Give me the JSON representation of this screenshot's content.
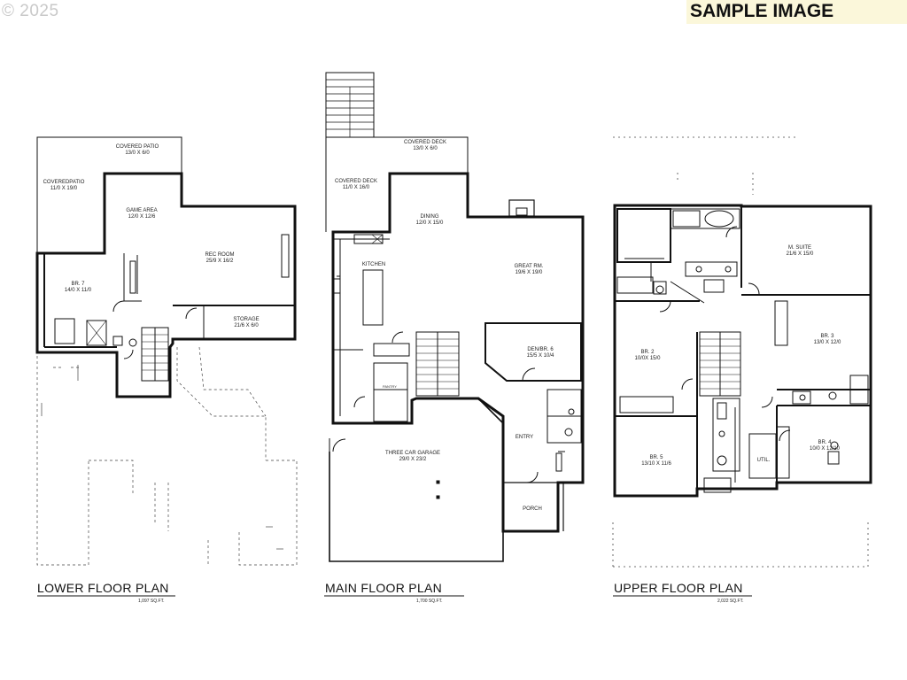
{
  "copyright": "© 2025",
  "badge": "SAMPLE IMAGE",
  "lower": {
    "title": "LOWER FLOOR PLAN",
    "area": "1,097 SQ.FT.",
    "rooms": {
      "covered_patio": {
        "name": "COVERED PATIO",
        "dims": "13/0 X 6/0"
      },
      "covered_patio2": {
        "name": "COVEREDPATIO",
        "dims": "11/0 X 19/0"
      },
      "game_area": {
        "name": "GAME AREA",
        "dims": "12/0 X 12/6"
      },
      "rec_room": {
        "name": "REC ROOM",
        "dims": "25/9 X 16/2"
      },
      "br7": {
        "name": "BR. 7",
        "dims": "14/0 X 11/0"
      },
      "storage": {
        "name": "STORAGE",
        "dims": "21/6 X 6/0"
      }
    }
  },
  "main": {
    "title": "MAIN FLOOR PLAN",
    "area": "1,700 SQ.FT.",
    "rooms": {
      "covered_deck": {
        "name": "COVERED DECK",
        "dims": "13/0 X 6/0"
      },
      "covered_deck2": {
        "name": "COVERED DECK",
        "dims": "11/0 X 16/0"
      },
      "dining": {
        "name": "DINING",
        "dims": "12/0 X 15/0"
      },
      "kitchen": {
        "name": "KITCHEN",
        "dims": ""
      },
      "great_rm": {
        "name": "GREAT RM.",
        "dims": "19/6 X 19/0"
      },
      "den": {
        "name": "DEN/BR. 6",
        "dims": "15/5 X 10/4"
      },
      "garage": {
        "name": "THREE CAR GARAGE",
        "dims": "29/0 X 23/2"
      },
      "entry": {
        "name": "ENTRY",
        "dims": ""
      },
      "porch": {
        "name": "PORCH",
        "dims": ""
      },
      "pantry": {
        "name": "PANTRY",
        "dims": ""
      }
    }
  },
  "upper": {
    "title": "UPPER FLOOR PLAN",
    "area": "2,022 SQ.FT.",
    "rooms": {
      "m_suite": {
        "name": "M. SUITE",
        "dims": "21/6 X 15/0"
      },
      "br2": {
        "name": "BR. 2",
        "dims": "10/0X 15/0"
      },
      "br3": {
        "name": "BR. 3",
        "dims": "13/0 X 12/0"
      },
      "br4": {
        "name": "BR. 4",
        "dims": "10/0 X 12/10"
      },
      "br5": {
        "name": "BR. 5",
        "dims": "13/10 X 11/6"
      },
      "util": {
        "name": "UTIL.",
        "dims": ""
      }
    }
  }
}
